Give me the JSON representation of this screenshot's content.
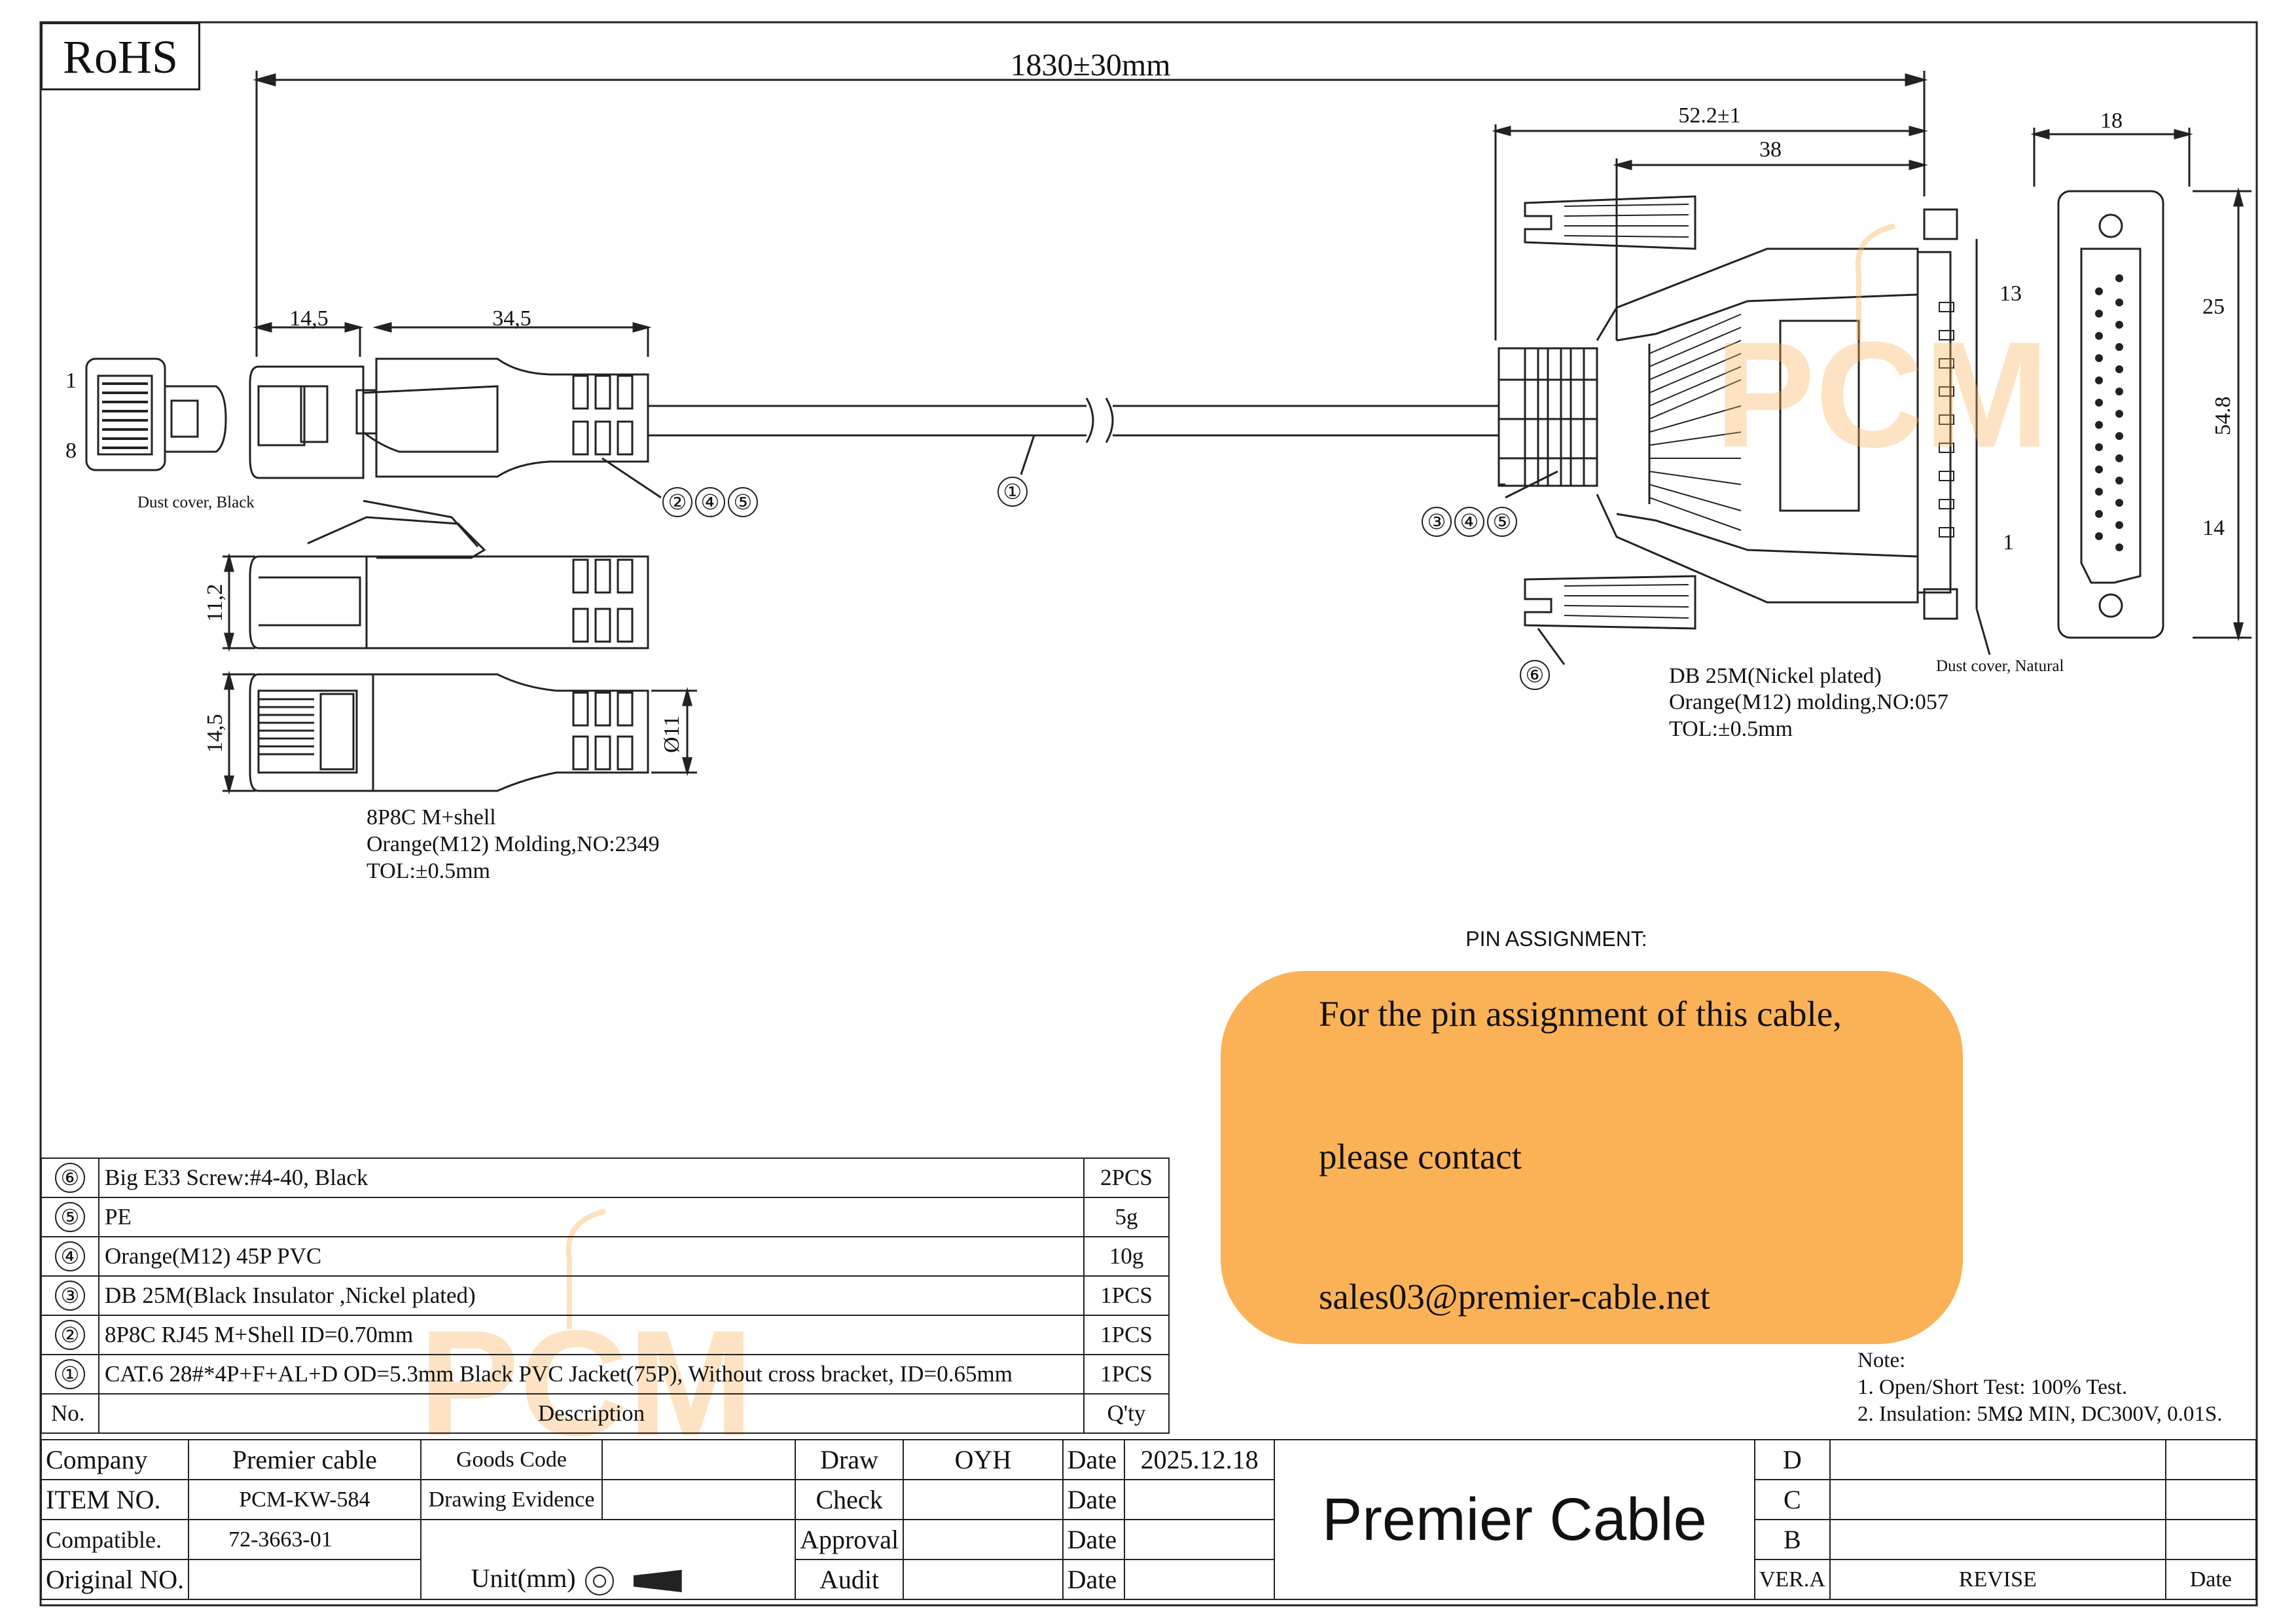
{
  "rohs": "RoHS",
  "dims": {
    "overall": "1830±30mm",
    "rj45_a": "14,5",
    "rj45_b": "34,5",
    "rj45_h": "11,2",
    "rj45_w": "14,5",
    "rj45_dia": "Ø11",
    "db_total": "52.2±1",
    "db_body": "38",
    "face_w": "18",
    "face_top": "25",
    "face_h": "54.8",
    "face_bot": "14"
  },
  "pins": {
    "p1": "1",
    "p8": "8",
    "p13": "13",
    "p1b": "1"
  },
  "labels": {
    "dust_black": "Dust cover, Black",
    "dust_natural": "Dust cover, Natural",
    "rj45_1": "8P8C M+shell",
    "rj45_2": "Orange(M12) Molding,NO:2349",
    "rj45_3": "TOL:±0.5mm",
    "db_1": "DB 25M(Nickel plated)",
    "db_2": "Orange(M12) molding,NO:057",
    "db_3": "TOL:±0.5mm"
  },
  "callouts": {
    "cable": "①",
    "rj45": [
      "②",
      "④",
      "⑤"
    ],
    "db": [
      "③",
      "④",
      "⑤"
    ],
    "screw": "⑥"
  },
  "pin_assignment": {
    "title": "PIN ASSIGNMENT:",
    "line1": "For the pin assignment of this cable,",
    "line2": "please contact",
    "line3": "sales03@premier-cable.net"
  },
  "bom": {
    "rows": [
      {
        "no": "⑥",
        "desc": "Big E33 Screw:#4-40, Black",
        "qty": "2PCS"
      },
      {
        "no": "⑤",
        "desc": "PE",
        "qty": "5g"
      },
      {
        "no": "④",
        "desc": "Orange(M12) 45P PVC",
        "qty": "10g"
      },
      {
        "no": "③",
        "desc": "DB 25M(Black Insulator ,Nickel plated)",
        "qty": "1PCS"
      },
      {
        "no": "②",
        "desc": "8P8C RJ45 M+Shell ID=0.70mm",
        "qty": "1PCS"
      },
      {
        "no": "①",
        "desc": "CAT.6 28#*4P+F+AL+D OD=5.3mm Black PVC Jacket(75P), Without cross bracket, ID=0.65mm",
        "qty": "1PCS"
      }
    ],
    "header": {
      "no": "No.",
      "desc": "Description",
      "qty": "Q'ty"
    }
  },
  "notes": {
    "title": "Note:",
    "n1": "1. Open/Short Test: 100% Test.",
    "n2": "2. Insulation: 5MΩ  MIN, DC300V, 0.01S."
  },
  "title_block": {
    "company_label": "Company",
    "company": "Premier cable",
    "goods_code_label": "Goods Code",
    "item_label": "ITEM NO.",
    "item": "PCM-KW-584",
    "drawing_evidence_label": "Drawing Evidence",
    "compatible_label": "Compatible.",
    "compatible": "72-3663-01",
    "original_label": "Original NO.",
    "unit_label": "Unit(mm)",
    "draw_label": "Draw",
    "draw": "OYH",
    "check_label": "Check",
    "approval_label": "Approval",
    "audit_label": "Audit",
    "date_label": "Date",
    "draw_date": "2025.12.18",
    "brand": "Premier Cable",
    "rev_d": "D",
    "rev_c": "C",
    "rev_b": "B",
    "ver": "VER.A",
    "revise": "REVISE",
    "rev_date": "Date"
  },
  "watermark": "PCM"
}
